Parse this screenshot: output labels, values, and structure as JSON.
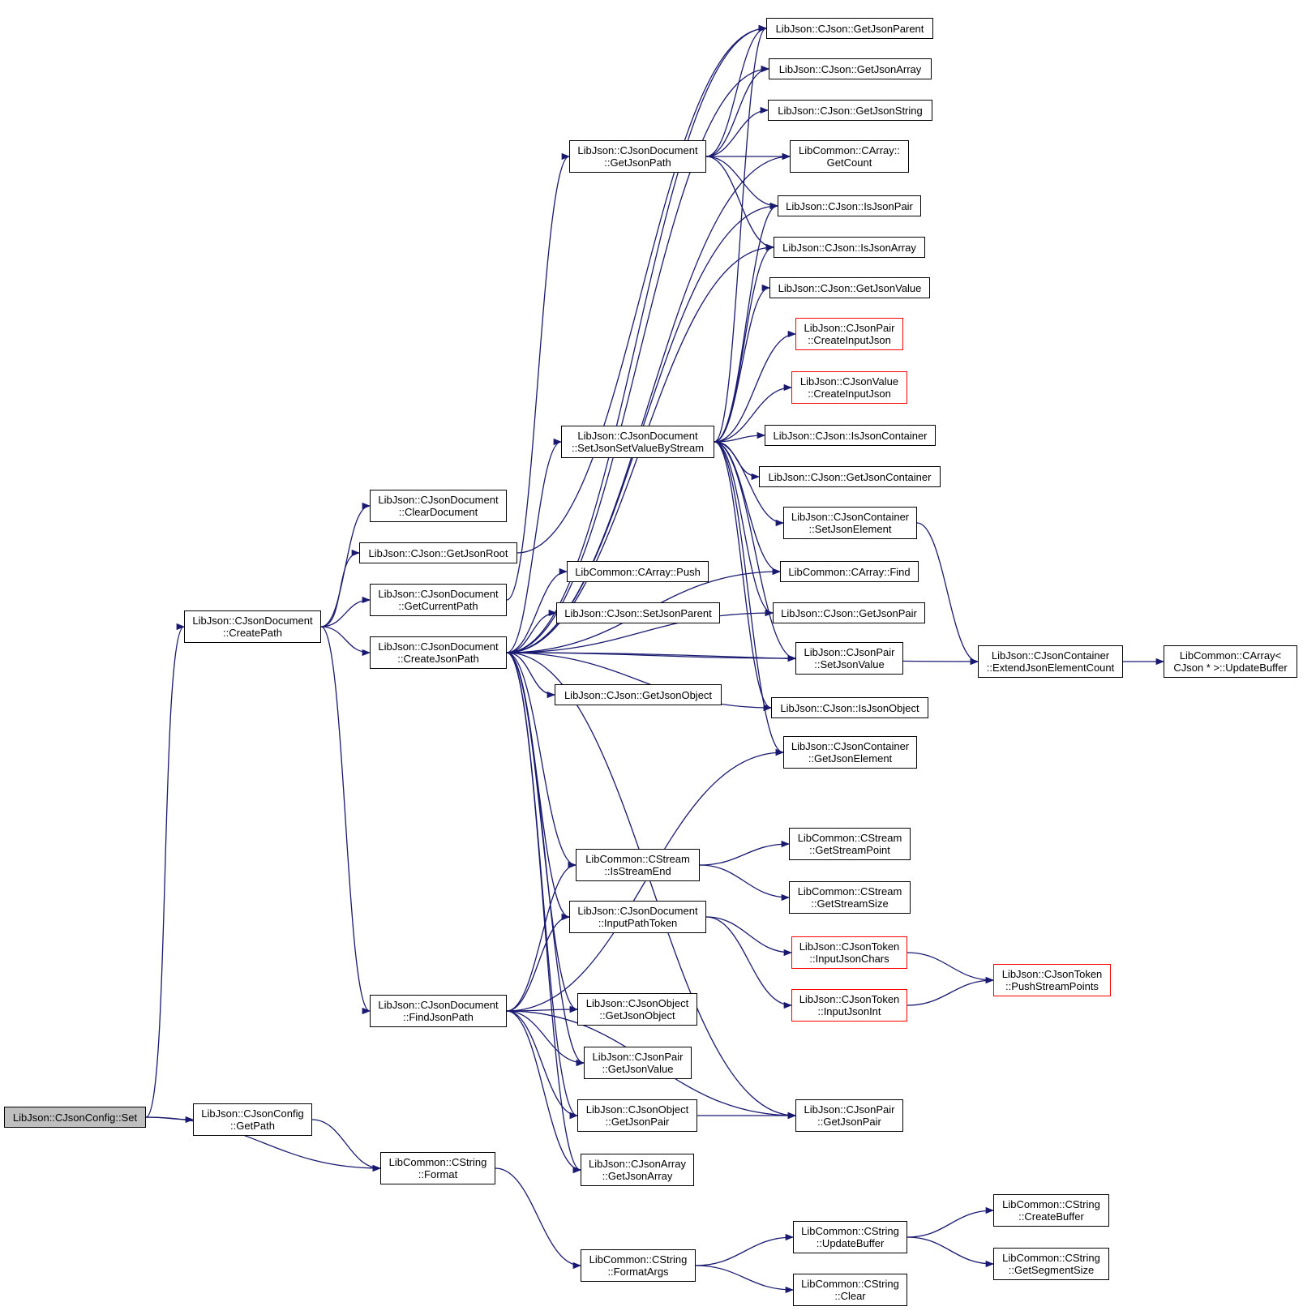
{
  "colors": {
    "edge": "#191970",
    "border": "#000000",
    "truncated_border": "#ff0000",
    "root_fill": "#bfbfbf"
  },
  "nodes": [
    {
      "id": "set",
      "lines": [
        "LibJson::CJsonConfig::Set"
      ],
      "style": "root"
    },
    {
      "id": "createPath",
      "lines": [
        "LibJson::CJsonDocument",
        "::CreatePath"
      ]
    },
    {
      "id": "getPath",
      "lines": [
        "LibJson::CJsonConfig",
        "::GetPath"
      ]
    },
    {
      "id": "format",
      "lines": [
        "LibCommon::CString",
        "::Format"
      ]
    },
    {
      "id": "clearDoc",
      "lines": [
        "LibJson::CJsonDocument",
        "::ClearDocument"
      ]
    },
    {
      "id": "getRoot",
      "lines": [
        "LibJson::CJson::GetJsonRoot"
      ]
    },
    {
      "id": "getCurPath",
      "lines": [
        "LibJson::CJsonDocument",
        "::GetCurrentPath"
      ]
    },
    {
      "id": "createJsonPath",
      "lines": [
        "LibJson::CJsonDocument",
        "::CreateJsonPath"
      ]
    },
    {
      "id": "findJsonPath",
      "lines": [
        "LibJson::CJsonDocument",
        "::FindJsonPath"
      ]
    },
    {
      "id": "getJsonPath",
      "lines": [
        "LibJson::CJsonDocument",
        "::GetJsonPath"
      ]
    },
    {
      "id": "setByStream",
      "lines": [
        "LibJson::CJsonDocument",
        "::SetJsonSetValueByStream"
      ]
    },
    {
      "id": "arrPush",
      "lines": [
        "LibCommon::CArray::Push"
      ]
    },
    {
      "id": "setParent",
      "lines": [
        "LibJson::CJson::SetJsonParent"
      ]
    },
    {
      "id": "getJsonObject",
      "lines": [
        "LibJson::CJson::GetJsonObject"
      ]
    },
    {
      "id": "isStreamEnd",
      "lines": [
        "LibCommon::CStream",
        "::IsStreamEnd"
      ]
    },
    {
      "id": "inputPathToken",
      "lines": [
        "LibJson::CJsonDocument",
        "::InputPathToken"
      ]
    },
    {
      "id": "objGetJsonObject",
      "lines": [
        "LibJson::CJsonObject",
        "::GetJsonObject"
      ]
    },
    {
      "id": "pairGetJsonValue",
      "lines": [
        "LibJson::CJsonPair",
        "::GetJsonValue"
      ]
    },
    {
      "id": "objGetJsonPair",
      "lines": [
        "LibJson::CJsonObject",
        "::GetJsonPair"
      ]
    },
    {
      "id": "arrGetJsonArray",
      "lines": [
        "LibJson::CJsonArray",
        "::GetJsonArray"
      ]
    },
    {
      "id": "formatArgs",
      "lines": [
        "LibCommon::CString",
        "::FormatArgs"
      ]
    },
    {
      "id": "getJsonParent",
      "lines": [
        "LibJson::CJson::GetJsonParent"
      ]
    },
    {
      "id": "getJsonArray",
      "lines": [
        "LibJson::CJson::GetJsonArray"
      ]
    },
    {
      "id": "getJsonString",
      "lines": [
        "LibJson::CJson::GetJsonString"
      ]
    },
    {
      "id": "getCount",
      "lines": [
        "LibCommon::CArray::",
        "GetCount"
      ]
    },
    {
      "id": "isJsonPair",
      "lines": [
        "LibJson::CJson::IsJsonPair"
      ]
    },
    {
      "id": "isJsonArray",
      "lines": [
        "LibJson::CJson::IsJsonArray"
      ]
    },
    {
      "id": "getJsonValue",
      "lines": [
        "LibJson::CJson::GetJsonValue"
      ]
    },
    {
      "id": "pairCreateInput",
      "lines": [
        "LibJson::CJsonPair",
        "::CreateInputJson"
      ],
      "style": "red"
    },
    {
      "id": "valueCreateInput",
      "lines": [
        "LibJson::CJsonValue",
        "::CreateInputJson"
      ],
      "style": "red"
    },
    {
      "id": "isJsonContainer",
      "lines": [
        "LibJson::CJson::IsJsonContainer"
      ]
    },
    {
      "id": "getJsonContainer",
      "lines": [
        "LibJson::CJson::GetJsonContainer"
      ]
    },
    {
      "id": "contSetJsonElement",
      "lines": [
        "LibJson::CJsonContainer",
        "::SetJsonElement"
      ]
    },
    {
      "id": "arrFind",
      "lines": [
        "LibCommon::CArray::Find"
      ]
    },
    {
      "id": "getJsonPair",
      "lines": [
        "LibJson::CJson::GetJsonPair"
      ]
    },
    {
      "id": "pairSetJsonValue",
      "lines": [
        "LibJson::CJsonPair",
        "::SetJsonValue"
      ]
    },
    {
      "id": "isJsonObject",
      "lines": [
        "LibJson::CJson::IsJsonObject"
      ]
    },
    {
      "id": "contGetJsonElement",
      "lines": [
        "LibJson::CJsonContainer",
        "::GetJsonElement"
      ]
    },
    {
      "id": "getStreamPoint",
      "lines": [
        "LibCommon::CStream",
        "::GetStreamPoint"
      ]
    },
    {
      "id": "getStreamSize",
      "lines": [
        "LibCommon::CStream",
        "::GetStreamSize"
      ]
    },
    {
      "id": "inputJsonChars",
      "lines": [
        "LibJson::CJsonToken",
        "::InputJsonChars"
      ],
      "style": "red"
    },
    {
      "id": "inputJsonInt",
      "lines": [
        "LibJson::CJsonToken",
        "::InputJsonInt"
      ],
      "style": "red"
    },
    {
      "id": "pairGetJsonPair",
      "lines": [
        "LibJson::CJsonPair",
        "::GetJsonPair"
      ]
    },
    {
      "id": "strUpdateBuffer",
      "lines": [
        "LibCommon::CString",
        "::UpdateBuffer"
      ]
    },
    {
      "id": "strClear",
      "lines": [
        "LibCommon::CString",
        "::Clear"
      ]
    },
    {
      "id": "extendCount",
      "lines": [
        "LibJson::CJsonContainer",
        "::ExtendJsonElementCount"
      ]
    },
    {
      "id": "pushStreamPoints",
      "lines": [
        "LibJson::CJsonToken",
        "::PushStreamPoints"
      ],
      "style": "red"
    },
    {
      "id": "arrUpdateBuffer",
      "lines": [
        "LibCommon::CArray<",
        "CJson * >::UpdateBuffer"
      ]
    },
    {
      "id": "createBuffer",
      "lines": [
        "LibCommon::CString",
        "::CreateBuffer"
      ]
    },
    {
      "id": "getSegmentSize",
      "lines": [
        "LibCommon::CString",
        "::GetSegmentSize"
      ]
    }
  ],
  "edges": [
    [
      "set",
      "createPath"
    ],
    [
      "set",
      "getPath"
    ],
    [
      "set",
      "format"
    ],
    [
      "getPath",
      "format"
    ],
    [
      "format",
      "formatArgs"
    ],
    [
      "formatArgs",
      "strUpdateBuffer"
    ],
    [
      "formatArgs",
      "strClear"
    ],
    [
      "strUpdateBuffer",
      "createBuffer"
    ],
    [
      "strUpdateBuffer",
      "getSegmentSize"
    ],
    [
      "createPath",
      "clearDoc"
    ],
    [
      "createPath",
      "getRoot"
    ],
    [
      "createPath",
      "getCurPath"
    ],
    [
      "createPath",
      "createJsonPath"
    ],
    [
      "createPath",
      "findJsonPath"
    ],
    [
      "getCurPath",
      "getJsonPath"
    ],
    [
      "getRoot",
      "getJsonParent"
    ],
    [
      "createJsonPath",
      "getJsonParent"
    ],
    [
      "createJsonPath",
      "getJsonArray"
    ],
    [
      "createJsonPath",
      "getCount"
    ],
    [
      "createJsonPath",
      "isJsonPair"
    ],
    [
      "createJsonPath",
      "isJsonArray"
    ],
    [
      "createJsonPath",
      "setByStream"
    ],
    [
      "createJsonPath",
      "arrPush"
    ],
    [
      "createJsonPath",
      "setParent"
    ],
    [
      "createJsonPath",
      "getJsonObject"
    ],
    [
      "createJsonPath",
      "arrFind"
    ],
    [
      "createJsonPath",
      "getJsonPair"
    ],
    [
      "createJsonPath",
      "pairSetJsonValue"
    ],
    [
      "createJsonPath",
      "isJsonObject"
    ],
    [
      "createJsonPath",
      "extendCount"
    ],
    [
      "createJsonPath",
      "isStreamEnd"
    ],
    [
      "createJsonPath",
      "inputPathToken"
    ],
    [
      "createJsonPath",
      "objGetJsonObject"
    ],
    [
      "createJsonPath",
      "pairGetJsonValue"
    ],
    [
      "createJsonPath",
      "objGetJsonPair"
    ],
    [
      "createJsonPath",
      "arrGetJsonArray"
    ],
    [
      "createJsonPath",
      "pairGetJsonPair"
    ],
    [
      "getJsonPath",
      "getJsonParent"
    ],
    [
      "getJsonPath",
      "getJsonArray"
    ],
    [
      "getJsonPath",
      "getJsonString"
    ],
    [
      "getJsonPath",
      "getCount"
    ],
    [
      "getJsonPath",
      "isJsonPair"
    ],
    [
      "getJsonPath",
      "isJsonArray"
    ],
    [
      "setByStream",
      "getJsonParent"
    ],
    [
      "setByStream",
      "isJsonPair"
    ],
    [
      "setByStream",
      "isJsonArray"
    ],
    [
      "setByStream",
      "getJsonValue"
    ],
    [
      "setByStream",
      "pairCreateInput"
    ],
    [
      "setByStream",
      "valueCreateInput"
    ],
    [
      "setByStream",
      "isJsonContainer"
    ],
    [
      "setByStream",
      "getJsonContainer"
    ],
    [
      "setByStream",
      "contSetJsonElement"
    ],
    [
      "setByStream",
      "arrFind"
    ],
    [
      "setByStream",
      "getJsonPair"
    ],
    [
      "setByStream",
      "pairSetJsonValue"
    ],
    [
      "setByStream",
      "isJsonObject"
    ],
    [
      "setByStream",
      "contGetJsonElement"
    ],
    [
      "contSetJsonElement",
      "extendCount"
    ],
    [
      "extendCount",
      "arrUpdateBuffer"
    ],
    [
      "findJsonPath",
      "contGetJsonElement"
    ],
    [
      "findJsonPath",
      "isStreamEnd"
    ],
    [
      "findJsonPath",
      "inputPathToken"
    ],
    [
      "findJsonPath",
      "objGetJsonObject"
    ],
    [
      "findJsonPath",
      "pairGetJsonValue"
    ],
    [
      "findJsonPath",
      "objGetJsonPair"
    ],
    [
      "findJsonPath",
      "arrGetJsonArray"
    ],
    [
      "findJsonPath",
      "pairGetJsonPair"
    ],
    [
      "isStreamEnd",
      "getStreamPoint"
    ],
    [
      "isStreamEnd",
      "getStreamSize"
    ],
    [
      "inputPathToken",
      "inputJsonChars"
    ],
    [
      "inputPathToken",
      "inputJsonInt"
    ],
    [
      "inputJsonChars",
      "pushStreamPoints"
    ],
    [
      "inputJsonInt",
      "pushStreamPoints"
    ],
    [
      "objGetJsonPair",
      "pairGetJsonPair"
    ]
  ]
}
